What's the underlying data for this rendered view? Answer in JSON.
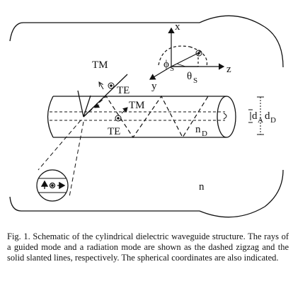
{
  "labels": {
    "tm_top": "TM",
    "te_top": "TE",
    "tm_mid": "TM",
    "te_mid": "TE",
    "x_axis": "x",
    "z_axis": "z",
    "y_axis": "y",
    "phi": "ϕ",
    "phi_sub": "S",
    "theta": "θ",
    "theta_sub": "S",
    "n_d": "n",
    "n_d_sub": "D",
    "d_a": "d",
    "d_a_sub": "A",
    "d_d": "d",
    "d_d_sub": "D",
    "n_outer": "n"
  },
  "caption": "Fig. 1.  Schematic of the cylindrical dielectric waveguide structure.  The rays of a guided mode and a radiation mode are shown as the dashed zigzag and the solid slanted lines, respectively. The spherical coordinates are also indicated."
}
